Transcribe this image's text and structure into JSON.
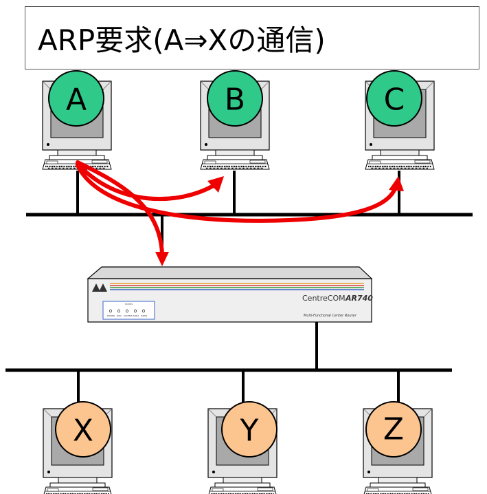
{
  "title": "ARP要求(A⇒Xの通信)",
  "colors": {
    "upper_node_fill": "#2fc98a",
    "lower_node_fill": "#fcc58f",
    "arrow": "#ee0000",
    "bus": "#000000"
  },
  "upper_nodes": [
    {
      "id": "A",
      "label": "A"
    },
    {
      "id": "B",
      "label": "B"
    },
    {
      "id": "C",
      "label": "C"
    }
  ],
  "lower_nodes": [
    {
      "id": "X",
      "label": "X"
    },
    {
      "id": "Y",
      "label": "Y"
    },
    {
      "id": "Z",
      "label": "Z"
    }
  ],
  "router": {
    "brand": "CentreCOM",
    "model": "AR740",
    "subtitle": "Multi-Functional Center Router",
    "status_label": "STATUS",
    "led_labels": [
      "POWER",
      "RUN",
      "SYSTEM",
      "ISDN1",
      "ISDN2"
    ]
  }
}
